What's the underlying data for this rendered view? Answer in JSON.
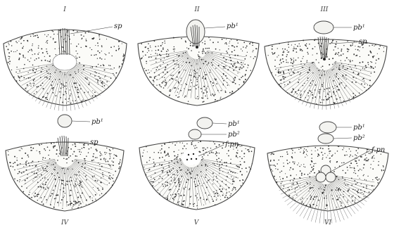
{
  "figure": {
    "stages": [
      {
        "numeral": "I",
        "labels": [
          "sp"
        ]
      },
      {
        "numeral": "II",
        "labels": [
          "pb¹"
        ]
      },
      {
        "numeral": "III",
        "labels": [
          "pb¹",
          "sp"
        ]
      },
      {
        "numeral": "IV",
        "labels": [
          "pb¹",
          "sp"
        ]
      },
      {
        "numeral": "V",
        "labels": [
          "pb¹",
          "pb²",
          "f.pn"
        ]
      },
      {
        "numeral": "VI",
        "labels": [
          "pb¹",
          "pb²",
          "f.pn"
        ]
      }
    ]
  }
}
